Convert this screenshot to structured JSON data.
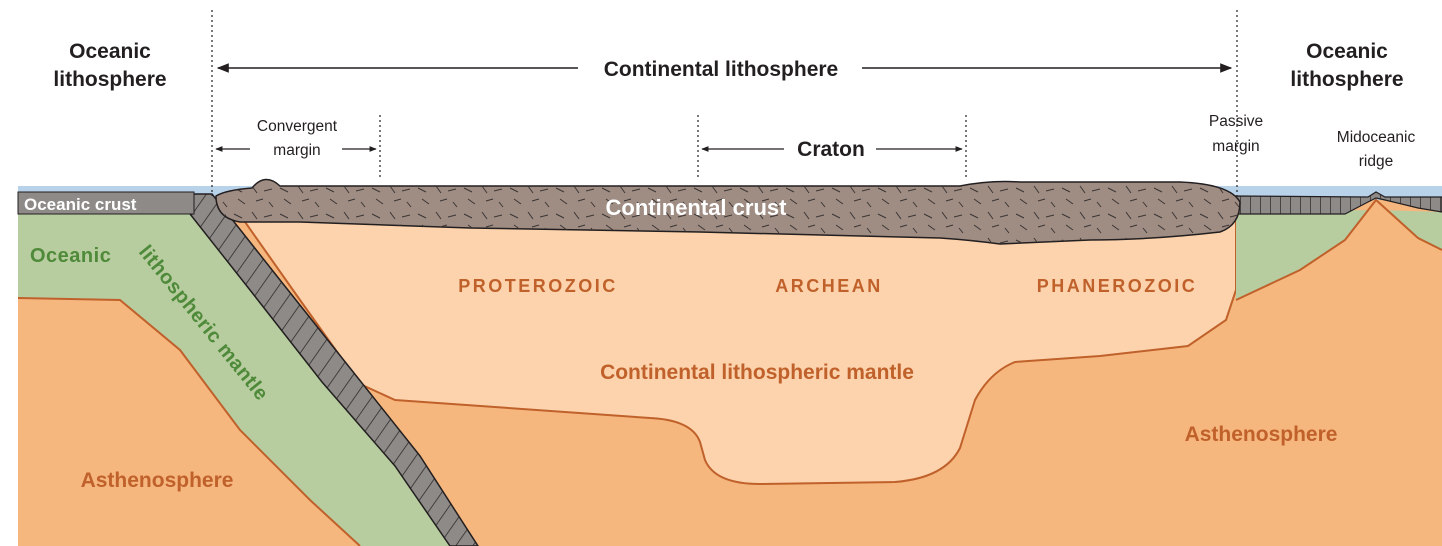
{
  "labels": {
    "oceanic_lithosphere_left": [
      "Oceanic",
      "lithosphere"
    ],
    "oceanic_lithosphere_right": [
      "Oceanic",
      "lithosphere"
    ],
    "continental_lithosphere": "Continental lithosphere",
    "convergent_margin": [
      "Convergent",
      "margin"
    ],
    "craton": "Craton",
    "passive_margin": [
      "Passive",
      "margin"
    ],
    "midoceanic_ridge": [
      "Midoceanic",
      "ridge"
    ],
    "oceanic_crust": "Oceanic crust",
    "continental_crust": "Continental crust",
    "oceanic_lithospheric_mantle": "Oceanic lithospheric mantle",
    "proterozoic": "PROTEROZOIC",
    "archean": "ARCHEAN",
    "phanerozoic": "PHANEROZOIC",
    "continental_lithospheric_mantle": "Continental lithospheric mantle",
    "asthenosphere_left": "Asthenosphere",
    "asthenosphere_right": "Asthenosphere"
  },
  "colors": {
    "ocean": "#b8d2ea",
    "continental_crust": "#9f8d84",
    "oceanic_crust": "#8e8a88",
    "oceanic_lithospheric_mantle": "#b7cd9f",
    "continental_lithospheric_mantle": "#fcd3ac",
    "asthenosphere": "#f6b77f",
    "label_orange": "#c0612b",
    "label_green": "#4f8a3a"
  }
}
